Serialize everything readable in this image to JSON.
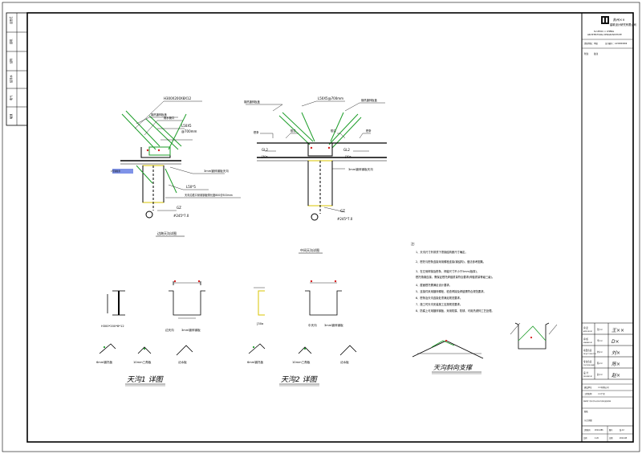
{
  "colors": {
    "line": "#000000",
    "steel_green": "#1e9e2a",
    "steel_yellow": "#d9c400",
    "red_mark": "#d62020",
    "blue_mark": "#2a4bd8",
    "signature": "#222222"
  },
  "title_block": {
    "company_line1": "苏州××",
    "company_line2": "建筑设计研究有限公司",
    "company_en1": "SU ZHOU × CHENG",
    "company_en2": "ARCHITECTURAL DESIGN INSTITUTE",
    "cert_label": "资质等级：甲级",
    "cert_no": "证书编号：A132000469",
    "note_label": "附注",
    "note_value": "备注",
    "roles": [
      {
        "role": "审 定",
        "sub": "APPROVED BY",
        "name": "张××",
        "sig": "王××"
      },
      {
        "role": "审 核",
        "sub": "EXAMINED BY",
        "name": "李××",
        "sig": "D×"
      },
      {
        "role": "项目负责",
        "sub": "PROJECT DIRECTOR",
        "name": "刘××",
        "sig": "刘×"
      },
      {
        "role": "专业负责",
        "sub": "DISCIPLINE HEAD",
        "name": "陈××",
        "sig": "陈×"
      },
      {
        "role": "设 计",
        "sub": "DESIGNED BY",
        "name": "赵××",
        "sig": "赵×"
      }
    ],
    "client_label": "建设单位",
    "client_value": "××有限公司",
    "project_label": "工程名称",
    "project_value": "××厂房",
    "drawing_title": "钢结构厂房天沟节点及天沟斜向支撑详图",
    "sheet_label": "图名",
    "sheet_value": "节点详图",
    "footer": [
      {
        "k": "工程编号",
        "v": "2014-086"
      },
      {
        "k": "图号",
        "v": "结-12"
      },
      {
        "k": "比例",
        "v": "1:20"
      },
      {
        "k": "日期",
        "v": "2014.08"
      }
    ]
  },
  "left_strip": {
    "cells": [
      "会签栏",
      "建筑",
      "结构",
      "给排水",
      "电气",
      "暖通"
    ]
  },
  "detail_left": {
    "callouts": [
      "钢热镀锌板盖",
      "H300X200X8X12",
      "雨水管口",
      "L50X5",
      "@700mm",
      "3mm镀锌钢板天沟",
      "L50*5",
      "天沟沿檐口采用钢板带长度800@500mm",
      "GZ",
      "#245*7.0"
    ],
    "side_label": "C型钢檩条",
    "title": "边跨天沟详图"
  },
  "detail_mid": {
    "callouts": [
      "钢热镀锌板盖",
      "L50X5@700mm",
      "钢热镀锌板盖",
      "檩条",
      "檐沿",
      "檐沿",
      "檩条",
      "GL2",
      "[30a",
      "GL2",
      "[30a",
      "3mm镀锌钢板天沟",
      "GZ",
      "#245*7.0"
    ],
    "title": "中间天沟详图"
  },
  "notes": {
    "heading": "注:",
    "items": [
      "1、天沟尺寸外排须下须钢结构断尺寸确定。",
      "2、檩托与檩条连接采用螺栓连接(钢结构)，做法参考图集。",
      "3、在左侧焊接及檩条，焊缝尺寸不小于5mm(板厚)，",
      "   檩托角钢连接，需保证檩托焊缝质量符合要求(焊缝质量等级三级)。",
      "4、屋面檩托需满足设计要求。",
      "5、连接件采用镀锌螺栓，检查焊接及焊缝需符合规范要求。",
      "6、檩条及天沟连接处须满足规范要求。",
      "7、施工时天沟安装施工应按规范要求。",
      "8、防腐上可用镀锌钢板，采用防腐、防锈、可用热浸锌工艺处理。"
    ]
  },
  "gutter1": {
    "labels": [
      "H300*200*8*12",
      "边天沟",
      "3mm镀锌钢板",
      "6mm镀托板",
      "10mm三角板",
      "泛水板"
    ],
    "title": "天沟1 详图"
  },
  "gutter2": {
    "labels": [
      "[30a",
      "中天沟",
      "3mm镀锌钢板",
      "6mm镀托板",
      "10mm三角板",
      "泛水板"
    ],
    "title": "天沟2 详图"
  },
  "support": {
    "title": "天沟斜向支撑"
  }
}
